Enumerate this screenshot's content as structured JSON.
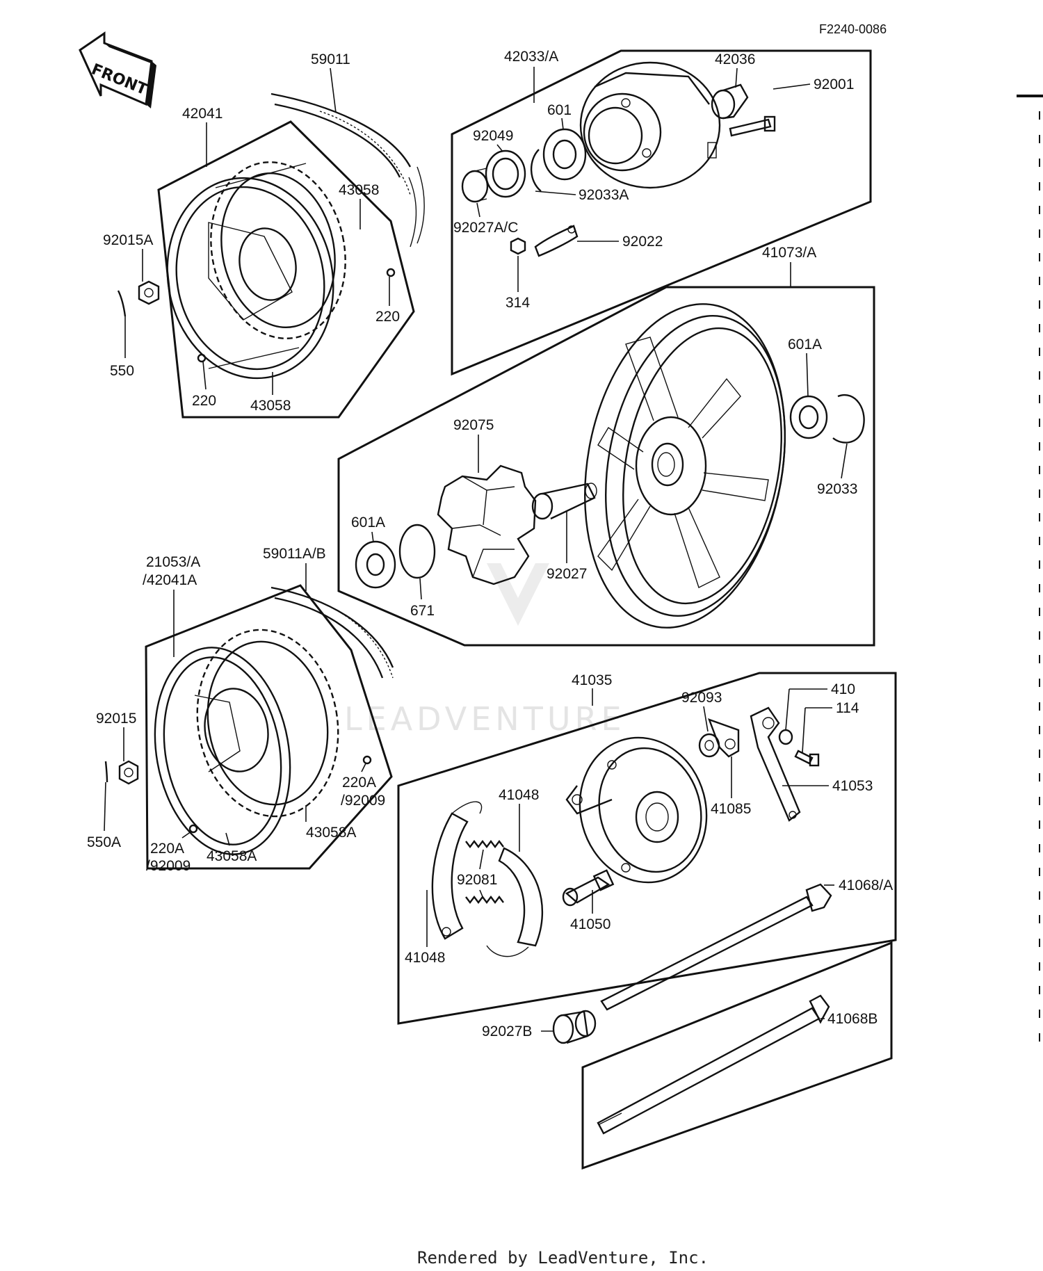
{
  "diagram": {
    "reference_code": "F2240-0086",
    "front_label": "FRONT",
    "watermark": "LEADVENTURE",
    "footer": "Rendered by LeadVenture, Inc.",
    "part_labels": {
      "p59011": "59011",
      "p42041": "42041",
      "p43058_top": "43058",
      "p92015A": "92015A",
      "p220_right": "220",
      "p550": "550",
      "p220_bottom": "220",
      "p43058_bottom": "43058",
      "p42033A": "42033/A",
      "p42036": "42036",
      "p92001": "92001",
      "p601": "601",
      "p92049": "92049",
      "p92033A": "92033A",
      "p92027AC": "92027A/C",
      "p92022": "92022",
      "p314": "314",
      "p41073A": "41073/A",
      "p601A_right": "601A",
      "p92033": "92033",
      "p92075": "92075",
      "p601A_left": "601A",
      "p671": "671",
      "p92027": "92027",
      "p21053A": "21053/A",
      "p42041A": "/42041A",
      "p59011AB": "59011A/B",
      "p92015": "92015",
      "p550A": "550A",
      "p220A_right": "220A",
      "p92009_right": "/92009",
      "p43058A_right": "43058A",
      "p220A_left": "220A",
      "p92009_left": "/92009",
      "p43058A_left": "43058A",
      "p41035": "41035",
      "p92093": "92093",
      "p410": "410",
      "p114": "114",
      "p41053": "41053",
      "p41085": "41085",
      "p41048_top": "41048",
      "p92081": "92081",
      "p41050": "41050",
      "p41068A": "41068/A",
      "p41048_bottom": "41048",
      "p41068B": "41068B",
      "p92027B": "92027B"
    }
  }
}
